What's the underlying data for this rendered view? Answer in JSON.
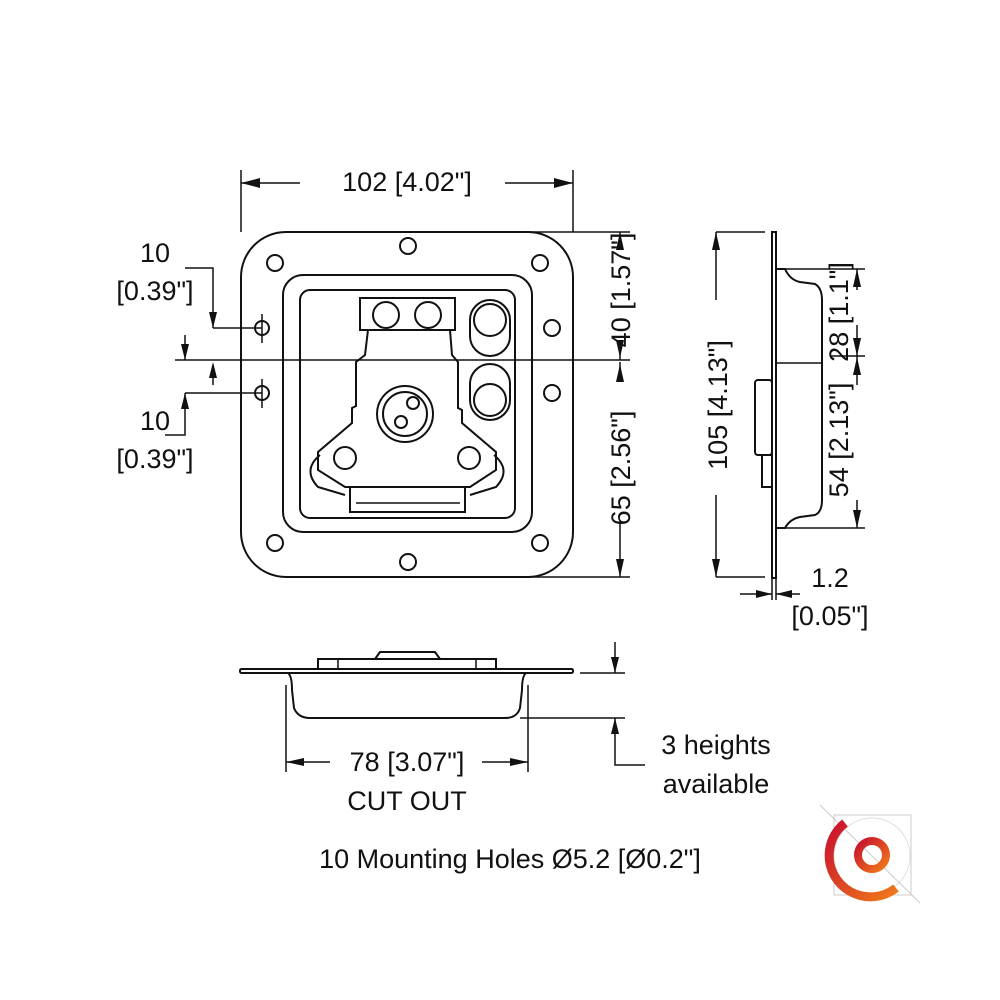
{
  "title": "Recessed butterfly latch dimension drawing",
  "dimensions": {
    "width": "102 [4.02\"]",
    "left_top_value": "10",
    "left_top_inch": "[0.39\"]",
    "left_bottom_value": "10",
    "left_bottom_inch": "[0.39\"]",
    "upper_height": "40 [1.57\"]",
    "lower_height": "65 [2.56\"]",
    "total_height": "105 [4.13\"]",
    "pan_upper": "28 [1.1\"]",
    "pan_lower": "54 [2.13\"]",
    "thickness_value": "1.2",
    "thickness_inch": "[0.05\"]",
    "cutout": "78 [3.07\"]",
    "cutout_label": "CUT OUT",
    "heights_line1": "3 heights",
    "heights_line2": "available"
  },
  "note": "10 Mounting Holes Ø5.2 [Ø0.2\"]",
  "logo": {
    "name": "brand-logo",
    "colors": [
      "#d4202a",
      "#e8671a"
    ]
  }
}
